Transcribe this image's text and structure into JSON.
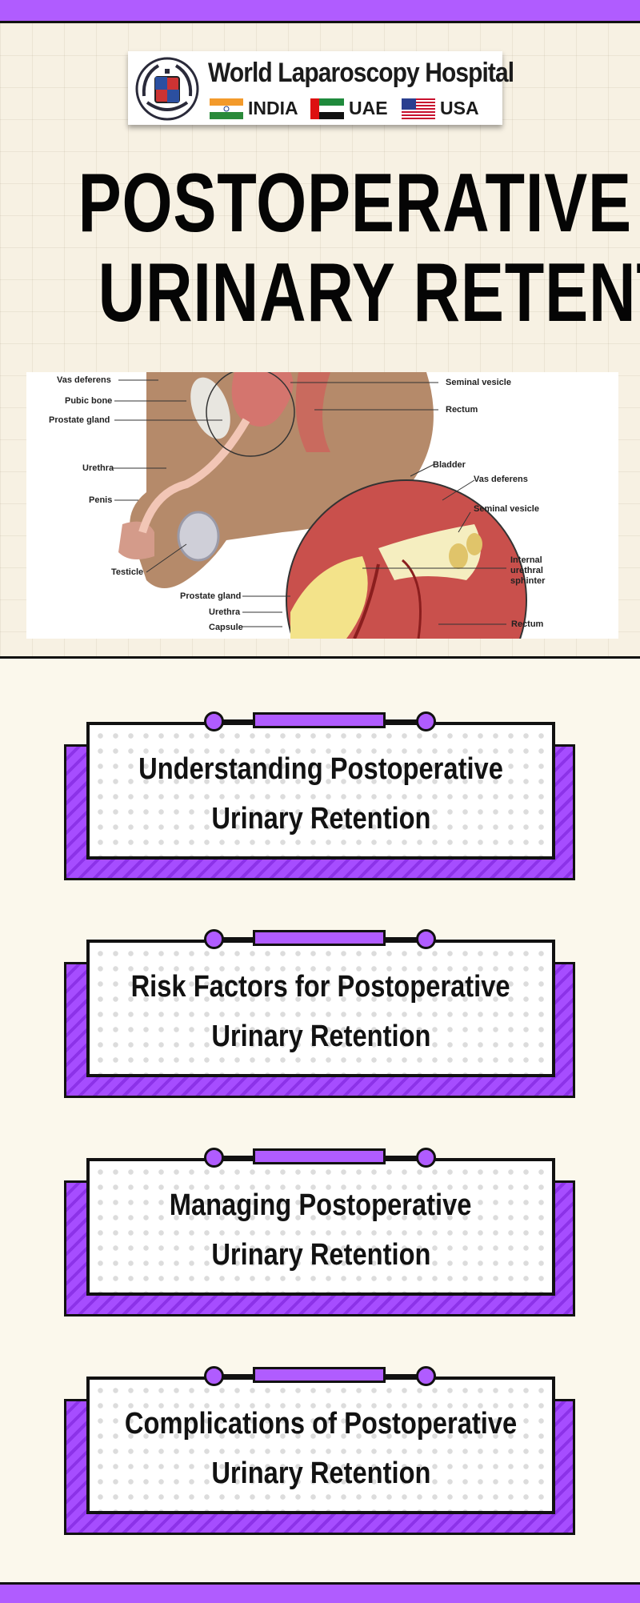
{
  "logo": {
    "name": "World Laparoscopy Hospital",
    "countries": [
      "INDIA",
      "UAE",
      "USA"
    ]
  },
  "title": {
    "line1": "POSTOPERATIVE",
    "line2": "URINARY RETENTION"
  },
  "figure": {
    "labels": {
      "vas_deferens_1": "Vas deferens",
      "pubic_bone": "Pubic bone",
      "prostate_gland_1": "Prostate gland",
      "urethra_1": "Urethra",
      "penis": "Penis",
      "testicle": "Testicle",
      "seminal_vesicle_1": "Seminal vesicle",
      "rectum_1": "Rectum",
      "bladder": "Bladder",
      "vas_deferens_2": "Vas deferens",
      "seminal_vesicle_2": "Seminal vesicle",
      "internal_1": "Internal",
      "internal_2": "urethral",
      "internal_3": "sphinter",
      "prostate_gland_2": "Prostate gland",
      "urethra_2": "Urethra",
      "capsule": "Capsule",
      "rectum_2": "Rectum"
    }
  },
  "cards": [
    {
      "line1": "Understanding Postoperative",
      "line2": "Urinary Retention"
    },
    {
      "line1": "Risk Factors for Postoperative",
      "line2": "Urinary Retention"
    },
    {
      "line1": "Managing Postoperative",
      "line2": "Urinary Retention"
    },
    {
      "line1": "Complications of Postoperative",
      "line2": "Urinary Retention"
    }
  ],
  "colors": {
    "accent": "#b05cff",
    "background": "#fbf8ec",
    "ink": "#111111"
  }
}
